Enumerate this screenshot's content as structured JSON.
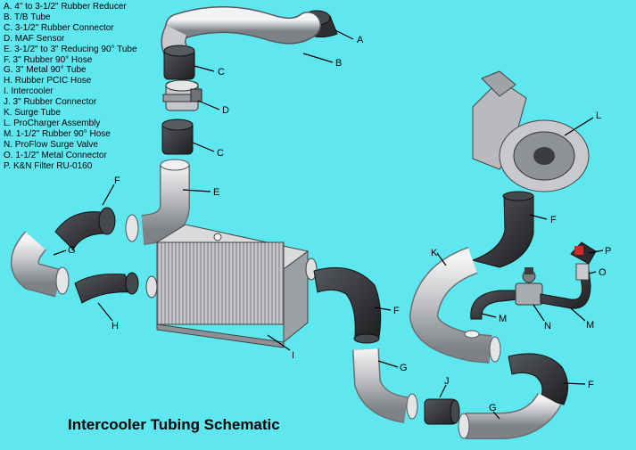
{
  "legend": [
    "A. 4\" to 3-1/2\" Rubber Reducer",
    "B. T/B Tube",
    "C. 3-1/2\" Rubber Connector",
    "D. MAF Sensor",
    "E. 3-1/2\" to 3\" Reducing 90° Tube",
    "F. 3\" Rubber 90° Hose",
    "G. 3\" Metal 90° Tube",
    "H. Rubber PCIC Hose",
    "I. Intercooler",
    "J. 3\" Rubber Connector",
    "K. Surge Tube",
    "L. ProCharger Assembly",
    "M. 1-1/2\" Rubber 90° Hose",
    "N. ProFlow Surge Valve",
    "O. 1-1/2\" Metal Connector",
    "P. K&N Filter RU-0160"
  ],
  "caption": "Intercooler Tubing Schematic",
  "callouts": {
    "A": "A",
    "B": "B",
    "C1": "C",
    "D": "D",
    "C2": "C",
    "E": "E",
    "F1": "F",
    "G1": "G",
    "H": "H",
    "I": "I",
    "F2": "F",
    "G2": "G",
    "J": "J",
    "K": "K",
    "L": "L",
    "F3": "F",
    "P": "P",
    "O": "O",
    "M1": "M",
    "N": "N",
    "M2": "M",
    "F4": "F",
    "G3": "G"
  },
  "colors": {
    "background": "#5fe7f0",
    "metal_tube": "#c9cacd",
    "rubber_hose": "#2f3134",
    "intercooler_core": "#bcbfc3"
  }
}
